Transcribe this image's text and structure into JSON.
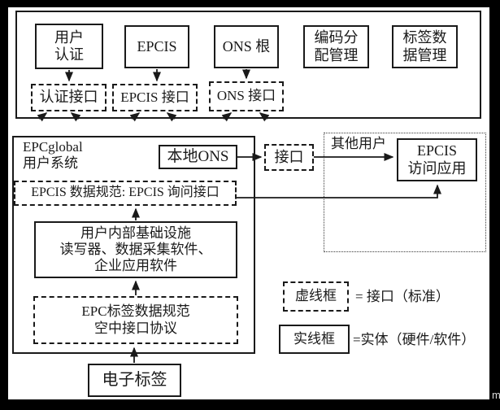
{
  "top_row": {
    "user_auth": {
      "line1": "用户",
      "line2": "认证"
    },
    "epcis": {
      "label": "EPCIS"
    },
    "ons_root": {
      "label": "ONS 根"
    },
    "code_mgmt": {
      "line1": "编码分",
      "line2": "配管理"
    },
    "tag_mgmt": {
      "line1": "标签数",
      "line2": "据管理"
    }
  },
  "interfaces": {
    "auth_if": {
      "label": "认证接口"
    },
    "epcis_if": {
      "label": "EPCIS 接口"
    },
    "ons_if": {
      "label": "ONS 接口"
    }
  },
  "user_system": {
    "title_line1": "EPCglobal",
    "title_line2": "用户系统",
    "local_ons": "本地ONS",
    "epcis_spec": "EPCIS 数据规范: EPCIS 询问接口",
    "infra_line1": "用户内部基础设施",
    "infra_line2": "读写器、数据采集软件、",
    "infra_line3": "企业应用软件",
    "tag_spec_line1": "EPC标签数据规范",
    "tag_spec_line2": "空中接口协议"
  },
  "bottom": {
    "e_tag": "电子标签"
  },
  "right_side": {
    "interface": "接口",
    "other_users": "其他用户",
    "epcis_access_line1": "EPCIS",
    "epcis_access_line2": "访问应用"
  },
  "legend": {
    "dashed_box": "虚线框",
    "dashed_meaning": "= 接口（标准）",
    "solid_box": "实线框",
    "solid_meaning": "=实体（硬件/软件）"
  },
  "watermark": "m",
  "colors": {
    "line": "#1a1a1a",
    "background": "#ffffff",
    "frame": "#000000"
  }
}
